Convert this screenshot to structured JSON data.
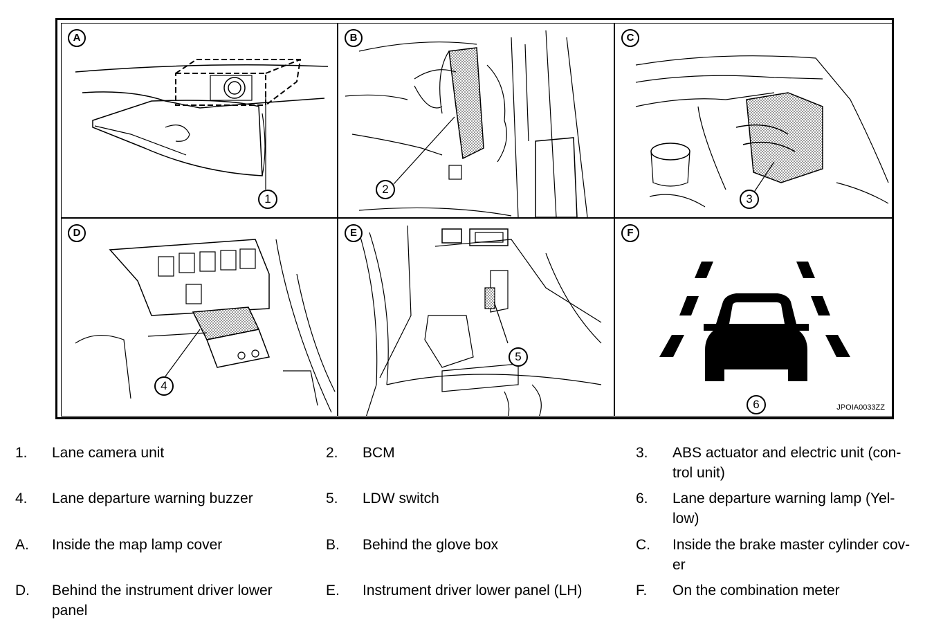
{
  "figure": {
    "id": "JPOIA0033ZZ",
    "panels": [
      {
        "letter": "A",
        "callout": "1"
      },
      {
        "letter": "B",
        "callout": "2"
      },
      {
        "letter": "C",
        "callout": "3"
      },
      {
        "letter": "D",
        "callout": "4"
      },
      {
        "letter": "E",
        "callout": "5"
      },
      {
        "letter": "F",
        "callout": "6"
      }
    ]
  },
  "legend": [
    {
      "key": "1.",
      "text": "Lane camera unit"
    },
    {
      "key": "2.",
      "text": "BCM"
    },
    {
      "key": "3.",
      "text": "ABS actuator and electric unit (con-",
      "text2": "trol unit)"
    },
    {
      "key": "4.",
      "text": "Lane departure warning buzzer"
    },
    {
      "key": "5.",
      "text": "LDW switch"
    },
    {
      "key": "6.",
      "text": "Lane departure warning lamp (Yel-",
      "text2": "low)"
    },
    {
      "key": "A.",
      "text": "Inside the map lamp cover"
    },
    {
      "key": "B.",
      "text": "Behind the glove box"
    },
    {
      "key": "C.",
      "text": "Inside the brake master cylinder cov-",
      "text2": "er"
    },
    {
      "key": "D.",
      "text": "Behind the instrument driver lower",
      "text2": "panel"
    },
    {
      "key": "E.",
      "text": "Instrument driver lower panel (LH)"
    },
    {
      "key": "F.",
      "text": "On the combination meter"
    }
  ],
  "colors": {
    "line": "#000000",
    "hatch": "#555555",
    "background": "#ffffff"
  }
}
